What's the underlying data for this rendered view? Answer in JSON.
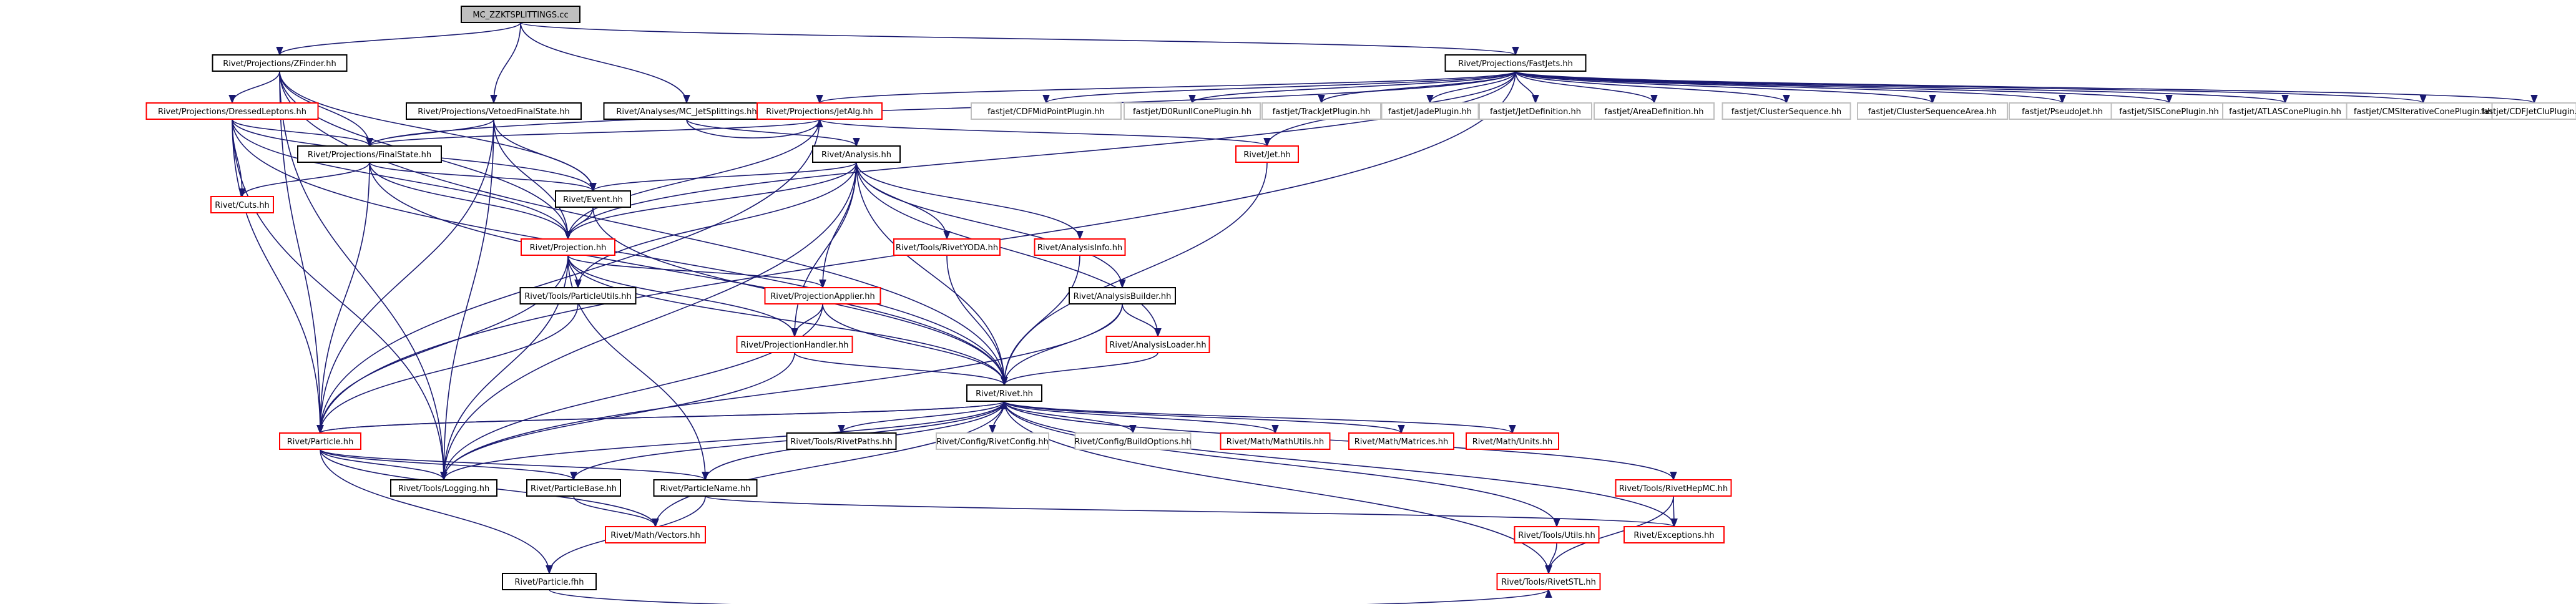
{
  "graph": {
    "edge_color": "#191970",
    "node_styles": {
      "root": {
        "fill": "#bfbfbf",
        "stroke": "#000000"
      },
      "black": {
        "stroke": "#000000"
      },
      "red": {
        "stroke": "#ff0000"
      },
      "grey": {
        "stroke": "#bfbfbf"
      }
    },
    "nodes": [
      {
        "id": "root",
        "label": "MC_ZZKTSPLITTINGS.cc",
        "style": "root"
      },
      {
        "id": "zfinder",
        "label": "Rivet/Projections/ZFinder.hh",
        "style": "black"
      },
      {
        "id": "fastjets",
        "label": "Rivet/Projections/FastJets.hh",
        "style": "black"
      },
      {
        "id": "dressed",
        "label": "Rivet/Projections/DressedLeptons.hh",
        "style": "red"
      },
      {
        "id": "vetoedfs",
        "label": "Rivet/Projections/VetoedFinalState.hh",
        "style": "black"
      },
      {
        "id": "mcjetsplit",
        "label": "Rivet/Analyses/MC_JetSplittings.hh",
        "style": "black"
      },
      {
        "id": "jetalg",
        "label": "Rivet/Projections/JetAlg.hh",
        "style": "red"
      },
      {
        "id": "cdfmid",
        "label": "fastjet/CDFMidPointPlugin.hh",
        "style": "grey"
      },
      {
        "id": "d0run",
        "label": "fastjet/D0RunIIConePlugin.hh",
        "style": "grey"
      },
      {
        "id": "trackjet",
        "label": "fastjet/TrackJetPlugin.hh",
        "style": "grey"
      },
      {
        "id": "jadeplug",
        "label": "fastjet/JadePlugin.hh",
        "style": "grey"
      },
      {
        "id": "jetdef",
        "label": "fastjet/JetDefinition.hh",
        "style": "grey"
      },
      {
        "id": "areadef",
        "label": "fastjet/AreaDefinition.hh",
        "style": "grey"
      },
      {
        "id": "clseq",
        "label": "fastjet/ClusterSequence.hh",
        "style": "grey"
      },
      {
        "id": "clseqarea",
        "label": "fastjet/ClusterSequenceArea.hh",
        "style": "grey"
      },
      {
        "id": "pseudojet",
        "label": "fastjet/PseudoJet.hh",
        "style": "grey"
      },
      {
        "id": "siscone",
        "label": "fastjet/SISConePlugin.hh",
        "style": "grey"
      },
      {
        "id": "atlascone",
        "label": "fastjet/ATLASConePlugin.hh",
        "style": "grey"
      },
      {
        "id": "cmscone",
        "label": "fastjet/CMSIterativeConePlugin.hh",
        "style": "grey"
      },
      {
        "id": "cdfjetclu",
        "label": "fastjet/CDFJetCluPlugin.hh",
        "style": "grey"
      },
      {
        "id": "finalstate",
        "label": "Rivet/Projections/FinalState.hh",
        "style": "black"
      },
      {
        "id": "analysis",
        "label": "Rivet/Analysis.hh",
        "style": "black"
      },
      {
        "id": "jet",
        "label": "Rivet/Jet.hh",
        "style": "red"
      },
      {
        "id": "cuts",
        "label": "Rivet/Cuts.hh",
        "style": "red"
      },
      {
        "id": "event",
        "label": "Rivet/Event.hh",
        "style": "black"
      },
      {
        "id": "projection",
        "label": "Rivet/Projection.hh",
        "style": "red"
      },
      {
        "id": "riveryoda",
        "label": "Rivet/Tools/RivetYODA.hh",
        "style": "red"
      },
      {
        "id": "anainfo",
        "label": "Rivet/AnalysisInfo.hh",
        "style": "red"
      },
      {
        "id": "partutils",
        "label": "Rivet/Tools/ParticleUtils.hh",
        "style": "black"
      },
      {
        "id": "projapplier",
        "label": "Rivet/ProjectionApplier.hh",
        "style": "red"
      },
      {
        "id": "anabuilder",
        "label": "Rivet/AnalysisBuilder.hh",
        "style": "black"
      },
      {
        "id": "projhandler",
        "label": "Rivet/ProjectionHandler.hh",
        "style": "red"
      },
      {
        "id": "analoader",
        "label": "Rivet/AnalysisLoader.hh",
        "style": "red"
      },
      {
        "id": "rivet",
        "label": "Rivet/Rivet.hh",
        "style": "black"
      },
      {
        "id": "particle",
        "label": "Rivet/Particle.hh",
        "style": "red"
      },
      {
        "id": "rivetpaths",
        "label": "Rivet/Tools/RivetPaths.hh",
        "style": "black"
      },
      {
        "id": "rivetconfig",
        "label": "Rivet/Config/RivetConfig.hh",
        "style": "grey"
      },
      {
        "id": "buildopts",
        "label": "Rivet/Config/BuildOptions.hh",
        "style": "grey"
      },
      {
        "id": "mathutils",
        "label": "Rivet/Math/MathUtils.hh",
        "style": "red"
      },
      {
        "id": "matrices",
        "label": "Rivet/Math/Matrices.hh",
        "style": "red"
      },
      {
        "id": "units",
        "label": "Rivet/Math/Units.hh",
        "style": "red"
      },
      {
        "id": "hepmc",
        "label": "Rivet/Tools/RivetHepMC.hh",
        "style": "red"
      },
      {
        "id": "logging",
        "label": "Rivet/Tools/Logging.hh",
        "style": "black"
      },
      {
        "id": "partbase",
        "label": "Rivet/ParticleBase.hh",
        "style": "black"
      },
      {
        "id": "partnames",
        "label": "Rivet/ParticleName.hh",
        "style": "black"
      },
      {
        "id": "toolsutils",
        "label": "Rivet/Tools/Utils.hh",
        "style": "red"
      },
      {
        "id": "exceptions",
        "label": "Rivet/Exceptions.hh",
        "style": "red"
      },
      {
        "id": "particlefhh",
        "label": "Rivet/Particle.fhh",
        "style": "black"
      },
      {
        "id": "vectors",
        "label": "Rivet/Math/Vectors.hh",
        "style": "red"
      },
      {
        "id": "stl",
        "label": "Rivet/Tools/RivetSTL.hh",
        "style": "red"
      }
    ],
    "edges": [
      [
        "root",
        "zfinder"
      ],
      [
        "root",
        "fastjets"
      ],
      [
        "root",
        "vetoedfs"
      ],
      [
        "root",
        "mcjetsplit"
      ],
      [
        "zfinder",
        "dressed"
      ],
      [
        "zfinder",
        "finalstate"
      ],
      [
        "zfinder",
        "event"
      ],
      [
        "zfinder",
        "projection"
      ],
      [
        "zfinder",
        "particle"
      ],
      [
        "zfinder",
        "logging"
      ],
      [
        "zfinder",
        "rivet"
      ],
      [
        "fastjets",
        "jetalg"
      ],
      [
        "fastjets",
        "cdfmid"
      ],
      [
        "fastjets",
        "d0run"
      ],
      [
        "fastjets",
        "trackjet"
      ],
      [
        "fastjets",
        "jadeplug"
      ],
      [
        "fastjets",
        "jetdef"
      ],
      [
        "fastjets",
        "areadef"
      ],
      [
        "fastjets",
        "clseq"
      ],
      [
        "fastjets",
        "clseqarea"
      ],
      [
        "fastjets",
        "pseudojet"
      ],
      [
        "fastjets",
        "siscone"
      ],
      [
        "fastjets",
        "atlascone"
      ],
      [
        "fastjets",
        "cmscone"
      ],
      [
        "fastjets",
        "cdfjetclu"
      ],
      [
        "fastjets",
        "jet"
      ],
      [
        "fastjets",
        "finalstate"
      ],
      [
        "fastjets",
        "particle"
      ],
      [
        "fastjets",
        "projection"
      ],
      [
        "dressed",
        "finalstate"
      ],
      [
        "dressed",
        "cuts"
      ],
      [
        "dressed",
        "projection"
      ],
      [
        "dressed",
        "particle"
      ],
      [
        "dressed",
        "event"
      ],
      [
        "dressed",
        "logging"
      ],
      [
        "dressed",
        "rivet"
      ],
      [
        "vetoedfs",
        "finalstate"
      ],
      [
        "vetoedfs",
        "event"
      ],
      [
        "vetoedfs",
        "projection"
      ],
      [
        "vetoedfs",
        "particle"
      ],
      [
        "vetoedfs",
        "logging"
      ],
      [
        "mcjetsplit",
        "analysis"
      ],
      [
        "mcjetsplit",
        "jetalg"
      ],
      [
        "jetalg",
        "finalstate"
      ],
      [
        "jetalg",
        "jet"
      ],
      [
        "jetalg",
        "projection"
      ],
      [
        "jetalg",
        "particle"
      ],
      [
        "finalstate",
        "cuts"
      ],
      [
        "finalstate",
        "event"
      ],
      [
        "finalstate",
        "projection"
      ],
      [
        "finalstate",
        "particle"
      ],
      [
        "finalstate",
        "rivet"
      ],
      [
        "analysis",
        "event"
      ],
      [
        "analysis",
        "projection"
      ],
      [
        "analysis",
        "riveryoda"
      ],
      [
        "analysis",
        "anainfo"
      ],
      [
        "analysis",
        "partutils"
      ],
      [
        "analysis",
        "projapplier"
      ],
      [
        "analysis",
        "anabuilder"
      ],
      [
        "analysis",
        "projhandler"
      ],
      [
        "analysis",
        "analoader"
      ],
      [
        "analysis",
        "rivet"
      ],
      [
        "analysis",
        "logging"
      ],
      [
        "jet",
        "rivet"
      ],
      [
        "event",
        "projection"
      ],
      [
        "event",
        "rivet"
      ],
      [
        "projection",
        "partutils"
      ],
      [
        "projection",
        "projapplier"
      ],
      [
        "projection",
        "projhandler"
      ],
      [
        "projection",
        "rivet"
      ],
      [
        "projection",
        "logging"
      ],
      [
        "projection",
        "partnames"
      ],
      [
        "projection",
        "particle"
      ],
      [
        "riveryoda",
        "rivet"
      ],
      [
        "anainfo",
        "rivet"
      ],
      [
        "partutils",
        "particle"
      ],
      [
        "projapplier",
        "projhandler"
      ],
      [
        "projapplier",
        "rivet"
      ],
      [
        "projapplier",
        "logging"
      ],
      [
        "anabuilder",
        "analoader"
      ],
      [
        "anabuilder",
        "rivet"
      ],
      [
        "anabuilder",
        "logging"
      ],
      [
        "projhandler",
        "rivet"
      ],
      [
        "projhandler",
        "logging"
      ],
      [
        "analoader",
        "rivet"
      ],
      [
        "rivet",
        "particle"
      ],
      [
        "rivet",
        "logging"
      ],
      [
        "rivet",
        "rivetpaths"
      ],
      [
        "rivet",
        "rivetconfig"
      ],
      [
        "rivet",
        "buildopts"
      ],
      [
        "rivet",
        "mathutils"
      ],
      [
        "rivet",
        "matrices"
      ],
      [
        "rivet",
        "units"
      ],
      [
        "rivet",
        "hepmc"
      ],
      [
        "rivet",
        "toolsutils"
      ],
      [
        "rivet",
        "exceptions"
      ],
      [
        "rivet",
        "stl"
      ],
      [
        "rivet",
        "vectors"
      ],
      [
        "rivet",
        "partbase"
      ],
      [
        "rivet",
        "partnames"
      ],
      [
        "particle",
        "logging"
      ],
      [
        "particle",
        "partbase"
      ],
      [
        "particle",
        "partnames"
      ],
      [
        "particle",
        "particlefhh"
      ],
      [
        "particle",
        "vectors"
      ],
      [
        "particle",
        "rivet"
      ],
      [
        "partbase",
        "vectors"
      ],
      [
        "partnames",
        "particlefhh"
      ],
      [
        "partnames",
        "exceptions"
      ],
      [
        "hepmc",
        "exceptions"
      ],
      [
        "hepmc",
        "stl"
      ],
      [
        "toolsutils",
        "stl"
      ],
      [
        "particlefhh",
        "stl"
      ]
    ]
  }
}
